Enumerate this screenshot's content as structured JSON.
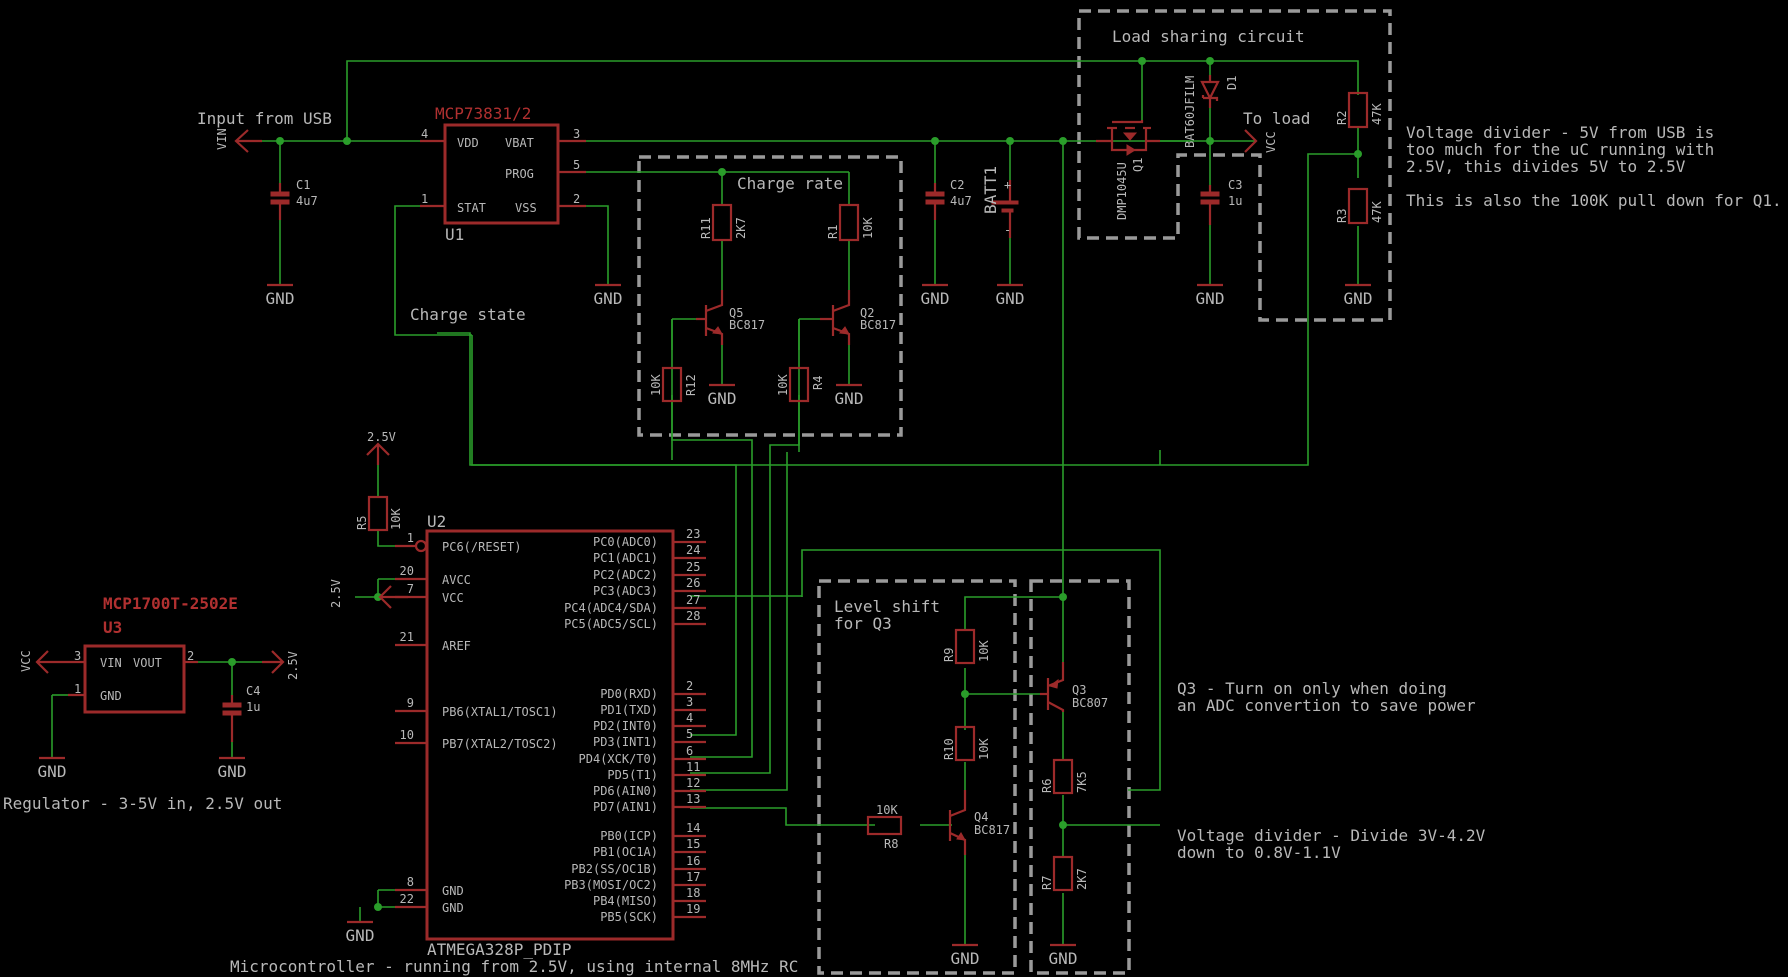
{
  "notes": {
    "input_usb": "Input from USB",
    "load_sharing": "Load sharing circuit",
    "to_load": "To load",
    "charge_rate": "Charge rate",
    "charge_state": "Charge state",
    "level_shift_1": "Level shift",
    "level_shift_2": "for Q3",
    "vdiv1_1": "Voltage divider - 5V from USB is",
    "vdiv1_2": "too much for the uC running with",
    "vdiv1_3": "2.5V, this divides 5V to 2.5V",
    "vdiv1_4": "This is also the 100K pull down for Q1.",
    "q3_1": "Q3 - Turn on only when doing",
    "q3_2": "an ADC convertion to save power",
    "vdiv2_1": "Voltage divider - Divide 3V-4.2V",
    "vdiv2_2": "down to 0.8V-1.1V",
    "regulator": "Regulator - 3-5V in, 2.5V out",
    "mcu": "Microcontroller - running from 2.5V, using internal 8MHz RC"
  },
  "nets": {
    "vin": "VIN",
    "vcc": "VCC",
    "gnd": "GND",
    "v25": "2.5V"
  },
  "u1": {
    "part": "MCP73831/2",
    "ref": "U1",
    "pins": {
      "vdd": "VDD",
      "vbat": "VBAT",
      "prog": "PROG",
      "stat": "STAT",
      "vss": "VSS"
    },
    "nums": {
      "vdd": "4",
      "vbat": "3",
      "prog": "5",
      "stat": "1",
      "vss": "2"
    }
  },
  "u3": {
    "part": "MCP1700T-2502E",
    "ref": "U3",
    "pins": {
      "vin": "VIN",
      "vout": "VOUT",
      "gnd": "GND"
    },
    "nums": {
      "vin": "3",
      "vout": "2",
      "gnd": "1"
    }
  },
  "u2": {
    "part": "ATMEGA328P_PDIP",
    "ref": "U2",
    "left": [
      {
        "num": "1",
        "name": "PC6(/RESET)"
      },
      {
        "num": "20",
        "name": "AVCC"
      },
      {
        "num": "7",
        "name": "VCC"
      },
      {
        "num": "21",
        "name": "AREF"
      },
      {
        "num": "9",
        "name": "PB6(XTAL1/TOSC1)"
      },
      {
        "num": "10",
        "name": "PB7(XTAL2/TOSC2)"
      },
      {
        "num": "8",
        "name": "GND"
      },
      {
        "num": "22",
        "name": "GND"
      }
    ],
    "right": [
      {
        "num": "23",
        "name": "PC0(ADC0)"
      },
      {
        "num": "24",
        "name": "PC1(ADC1)"
      },
      {
        "num": "25",
        "name": "PC2(ADC2)"
      },
      {
        "num": "26",
        "name": "PC3(ADC3)"
      },
      {
        "num": "27",
        "name": "PC4(ADC4/SDA)"
      },
      {
        "num": "28",
        "name": "PC5(ADC5/SCL)"
      },
      {
        "num": "2",
        "name": "PD0(RXD)"
      },
      {
        "num": "3",
        "name": "PD1(TXD)"
      },
      {
        "num": "4",
        "name": "PD2(INT0)"
      },
      {
        "num": "5",
        "name": "PD3(INT1)"
      },
      {
        "num": "6",
        "name": "PD4(XCK/T0)"
      },
      {
        "num": "11",
        "name": "PD5(T1)"
      },
      {
        "num": "12",
        "name": "PD6(AIN0)"
      },
      {
        "num": "13",
        "name": "PD7(AIN1)"
      },
      {
        "num": "14",
        "name": "PB0(ICP)"
      },
      {
        "num": "15",
        "name": "PB1(OC1A)"
      },
      {
        "num": "16",
        "name": "PB2(SS/OC1B)"
      },
      {
        "num": "17",
        "name": "PB3(MOSI/OC2)"
      },
      {
        "num": "18",
        "name": "PB4(MISO)"
      },
      {
        "num": "19",
        "name": "PB5(SCK)"
      }
    ]
  },
  "parts": {
    "c1": {
      "ref": "C1",
      "val": "4u7"
    },
    "c2": {
      "ref": "C2",
      "val": "4u7"
    },
    "c3": {
      "ref": "C3",
      "val": "1u"
    },
    "c4": {
      "ref": "C4",
      "val": "1u"
    },
    "batt": {
      "ref": "BATT1",
      "plus": "+",
      "minus": "-"
    },
    "q1": {
      "ref": "Q1",
      "val": "DMP1045U"
    },
    "d1": {
      "ref": "D1",
      "val": "BAT60JFILM"
    },
    "r1": {
      "ref": "R1",
      "val": "10K"
    },
    "r2": {
      "ref": "R2",
      "val": "47K"
    },
    "r3": {
      "ref": "R3",
      "val": "47K"
    },
    "r4": {
      "ref": "R4",
      "val": "10K"
    },
    "r5": {
      "ref": "R5",
      "val": "10K"
    },
    "r6": {
      "ref": "R6",
      "val": "7K5"
    },
    "r7": {
      "ref": "R7",
      "val": "2K7"
    },
    "r8": {
      "ref": "R8",
      "val": "10K"
    },
    "r9": {
      "ref": "R9",
      "val": "10K"
    },
    "r10": {
      "ref": "R10",
      "val": "10K"
    },
    "r11": {
      "ref": "R11",
      "val": "2K7"
    },
    "r12": {
      "ref": "R12",
      "val": "10K"
    },
    "q2": {
      "ref": "Q2",
      "val": "BC817"
    },
    "q3": {
      "ref": "Q3",
      "val": "BC807"
    },
    "q4": {
      "ref": "Q4",
      "val": "BC817"
    },
    "q5": {
      "ref": "Q5",
      "val": "BC817"
    }
  }
}
